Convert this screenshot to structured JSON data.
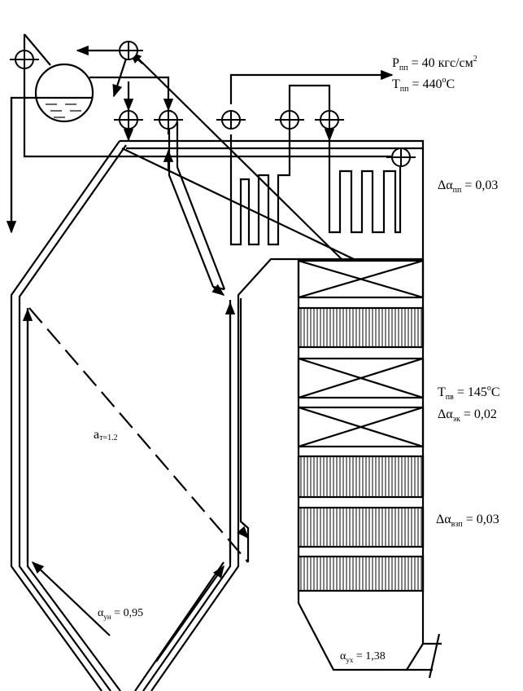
{
  "labels": {
    "p_sh": {
      "sym": "P",
      "sub": "пп",
      "val": " = 40 кгс/см",
      "sup": "2"
    },
    "t_sh": {
      "sym": "T",
      "sub": "пп",
      "val": " = 440",
      "sup": "o",
      "unit": "C"
    },
    "d_alpha_sh": {
      "sym": "Δα",
      "sub": "пп",
      "val": " = 0,03"
    },
    "t_fw": {
      "sym": "T",
      "sub": "пв",
      "val": " = 145",
      "sup": "o",
      "unit": "C"
    },
    "d_alpha_eco": {
      "sym": "Δα",
      "sub": "эк",
      "val": " = 0,02"
    },
    "d_alpha_ah": {
      "sym": "Δα",
      "sub": "взп",
      "val": " = 0,03"
    },
    "alpha_t": {
      "sym": "a",
      "sub": "т=1.2"
    },
    "alpha_un": {
      "sym": "α",
      "sub": "ун",
      "val": " = 0,95"
    },
    "alpha_ux": {
      "sym": "α",
      "sub": "ух",
      "val": " = 1,38"
    }
  }
}
